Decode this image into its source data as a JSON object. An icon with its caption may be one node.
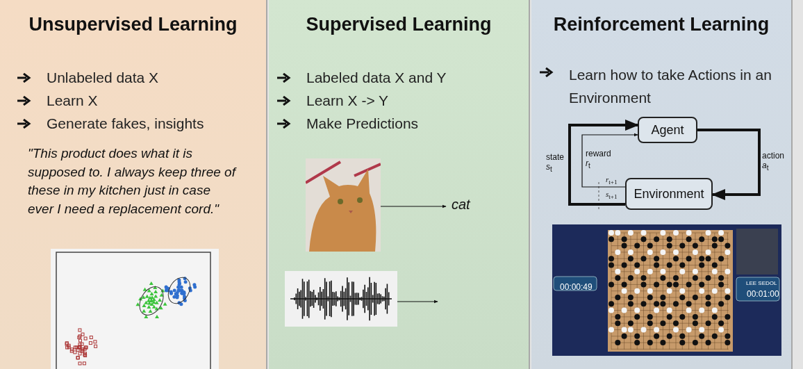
{
  "diagram": {
    "nodes": [
      {
        "text": [
          "Unsupervised Learning",
          "Unlabeled data X",
          "Learn X",
          "Generate fakes, insights",
          "\"This product does what it is supposed to. I always keep three of these in my kitchen just in case ever I need a replacement cord.\""
        ]
      },
      {
        "text": [],
        "shape": "picture",
        "in": 0
      },
      {
        "text": [
          "Supervised Learning",
          "Labeled data X and Y",
          "Learn X -> Y",
          "Make Predictions"
        ]
      },
      {
        "text": [],
        "shape": "picture",
        "in": 2
      },
      {
        "text": [
          "cat"
        ],
        "in": 2
      },
      {
        "text": [],
        "shape": "picture",
        "in": 2
      },
      {
        "text": [
          "Reinforcement Learning",
          "Learn how to take Actions in an Environment"
        ]
      },
      {
        "text": [
          "Agent"
        ],
        "in": 6
      },
      {
        "text": [
          "Environment"
        ],
        "in": 6
      },
      {
        "text": [],
        "shape": "picture",
        "in": 6
      }
    ],
    "edges": [
      {
        "from": 3,
        "to": 4,
        "arrow": "to"
      },
      {
        "from": 5,
        "to": null,
        "arrow": "to"
      },
      {
        "from": 7,
        "to": 8,
        "arrow": "to",
        "label": "action *a*$_{t}$",
        "style": "thick"
      },
      {
        "from": 8,
        "to": 7,
        "arrow": "to",
        "label": "state *s*$_{t}$",
        "style": "thick"
      },
      {
        "from": 8,
        "to": 7,
        "arrow": "to",
        "label": "reward *r*$_{t}$"
      }
    ],
    "labels": [
      "*r*$_{t+1}$",
      "*s*$_{t+1}$",
      "00:00:49",
      "LEE SEDOL",
      "00:01:00"
    ]
  }
}
